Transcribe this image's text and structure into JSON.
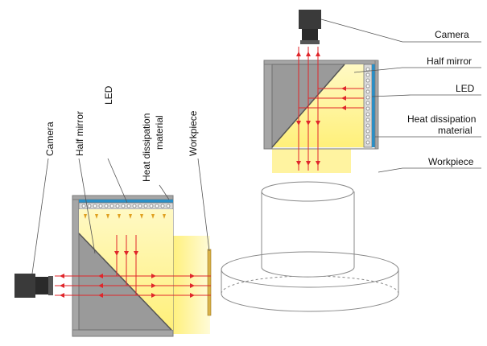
{
  "labels": {
    "camera": "Camera",
    "half_mirror": "Half mirror",
    "led": "LED",
    "heat_line1": "Heat dissipation",
    "heat_line2": "material",
    "workpiece": "Workpiece"
  },
  "colors": {
    "housing": "#a6a6a6",
    "housing_edge": "#7a7a7a",
    "mirror": "#9a9a9a",
    "ray": "#e0262b",
    "glow": "#fff6a8",
    "glow_strong": "#fff07a",
    "heat_layer": "#2a8fc6",
    "led_band": "#d9d9d9",
    "camera_body": "#3a3a3a",
    "leader": "#555555",
    "workpiece_edge": "#888888",
    "workpiece_strip": "#d9b24a"
  }
}
